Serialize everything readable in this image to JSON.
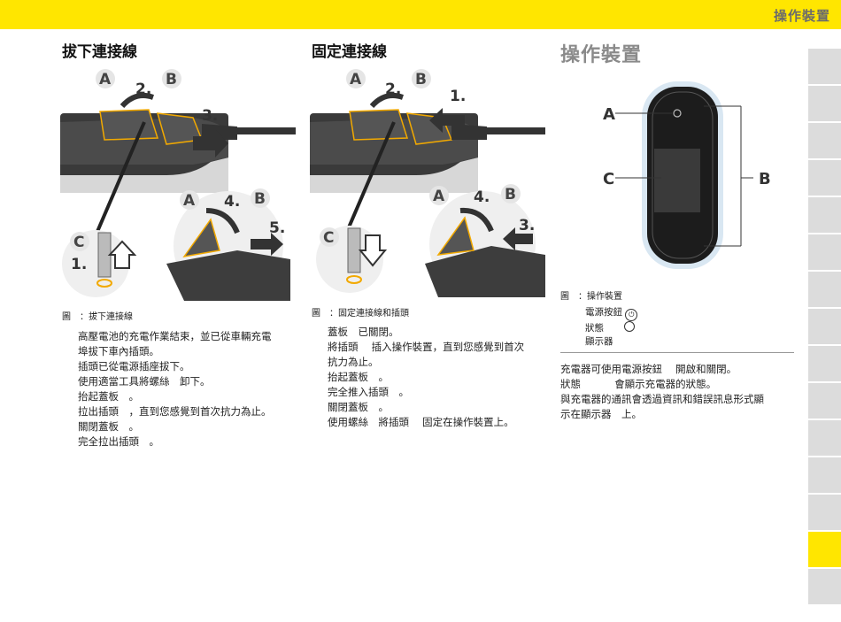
{
  "header": {
    "section_title": "操作裝置"
  },
  "col1": {
    "heading": "拔下連接線",
    "figure_labels": {
      "A": "A",
      "B": "B",
      "C": "C",
      "s1": "1.",
      "s2": "2.",
      "s3": "3.",
      "s4": "4.",
      "s5": "5."
    },
    "caption": "圖　：拔下連接線",
    "lines": [
      "高壓電池的充電作業結束，並已從車輛充電",
      "埠拔下車內插頭。",
      "插頭已從電源插座拔下。",
      "使用適當工具將螺絲　卸下。",
      "抬起蓋板　。",
      "拉出插頭　，直到您感覺到首次抗力為止。",
      "關閉蓋板　。",
      "完全拉出插頭　。"
    ]
  },
  "col2": {
    "heading": "固定連接線",
    "figure_labels": {
      "A": "A",
      "B": "B",
      "C": "C",
      "s1": "1.",
      "s2": "2.",
      "s3": "3.",
      "s4": "4."
    },
    "caption": "圖　：固定連接線和插頭",
    "lines": [
      "蓋板　已關閉。",
      "將插頭　 插入操作裝置，直到您感覺到首次",
      "抗力為止。",
      "抬起蓋板　。",
      "完全推入插頭　。",
      "關閉蓋板　。",
      "使用螺絲　將插頭　 固定在操作裝置上。"
    ]
  },
  "col3": {
    "heading": "操作裝置",
    "figure_labels": {
      "A": "A",
      "B": "B",
      "C": "C"
    },
    "caption": "圖　：操作裝置",
    "legend": [
      {
        "text": "電源按鈕",
        "icon": "power-icon"
      },
      {
        "text": "狀態",
        "icon": "status-ring-icon"
      },
      {
        "text": "顯示器",
        "icon": ""
      }
    ],
    "lines": [
      "充電器可使用電源按鈕　 開啟和關閉。",
      "狀態　　　 會顯示充電器的狀態。",
      "與充電器的通訊會透過資訊和錯誤訊息形式顯",
      "示在顯示器　上。"
    ]
  },
  "side_tabs": {
    "count": 15,
    "active_index": 13,
    "active_color": "#ffe600",
    "inactive_color": "#dcdcdc"
  },
  "colors": {
    "accent": "#ffe600",
    "title_gray": "#8a8a8a"
  }
}
